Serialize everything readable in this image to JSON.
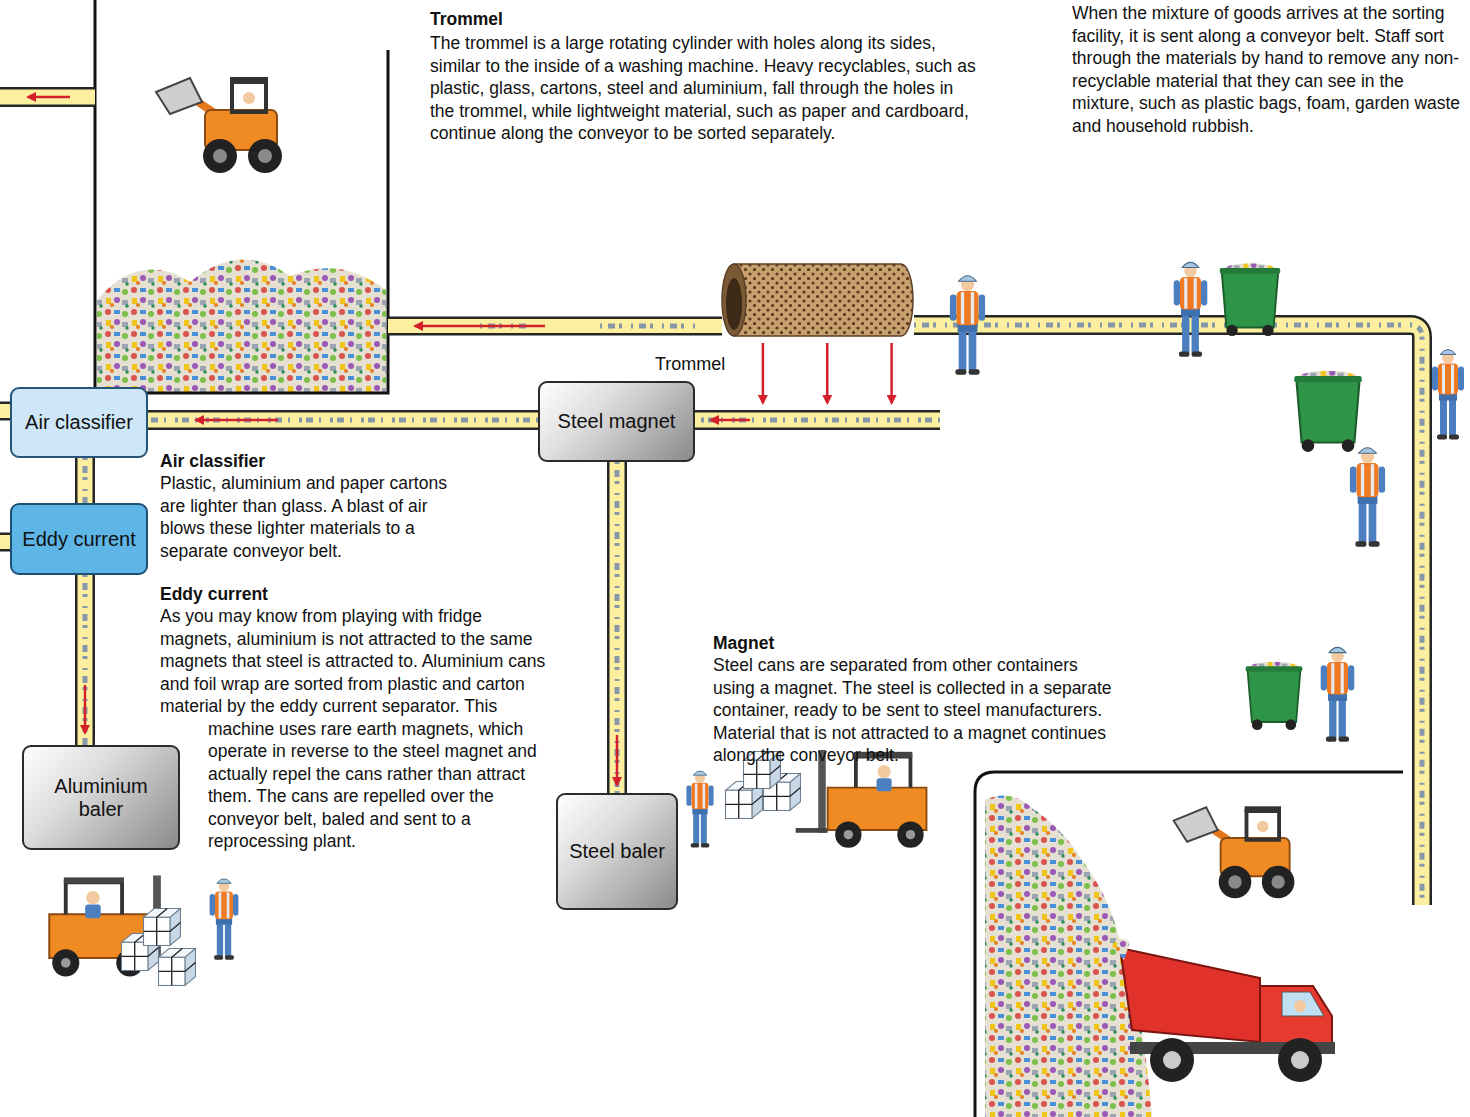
{
  "diagram": {
    "nodes": [
      {
        "text": [
          "Trommel"
        ]
      },
      {
        "text": [
          "Steel magnet"
        ]
      },
      {
        "text": [
          "Air classifier"
        ]
      },
      {
        "text": [
          "Eddy current"
        ]
      },
      {
        "text": [
          "Aluminium baler"
        ]
      },
      {
        "text": [
          "Steel baler"
        ]
      }
    ],
    "edges": [
      {
        "from": 0,
        "to": 1,
        "arrow": "to"
      },
      {
        "from": 1,
        "to": 2,
        "arrow": "to"
      },
      {
        "from": 1,
        "to": 5,
        "arrow": "to"
      },
      {
        "from": 2,
        "to": 3,
        "arrow": "none"
      },
      {
        "from": 3,
        "to": 4,
        "arrow": "to"
      }
    ],
    "labels": [
      "Trommel",
      "The trommel is a large rotating cylinder with holes along its sides, similar to the inside of a washing machine. Heavy recyclables, such as plastic, glass, cartons, steel and aluminium, fall through the holes in the trommel, while lightweight material, such as paper and cardboard, continue along the conveyor to be sorted separately.",
      "When the mixture of goods arrives at the sorting facility, it is sent along a conveyor belt. Staff sort through the materials by hand to remove any non-recyclable material that they can see in the mixture, such as plastic bags, foam, garden waste and household rubbish.",
      "Air classifier",
      "Plastic, aluminium and paper cartons are lighter than glass. A blast of air blows these lighter materials to a separate conveyor belt.",
      "Eddy current",
      "As you may know from playing with fridge magnets, aluminium is not attracted to the same magnets that steel is attracted to. Aluminium cans and foil wrap are sorted from plastic and carton material by the eddy current separator. This machine uses rare earth magnets, which operate in reverse to the steel magnet and actually repel the cans rather than attract them. The cans are repelled over the conveyor belt, baled and sent to a reprocessing plant.",
      "Magnet",
      "Steel cans are separated from other containers using a magnet. The steel is collected in a separate container, ready to be sent to steel manufacturers. Material that is not attracted to a magnet continues along the conveyor belt."
    ]
  }
}
